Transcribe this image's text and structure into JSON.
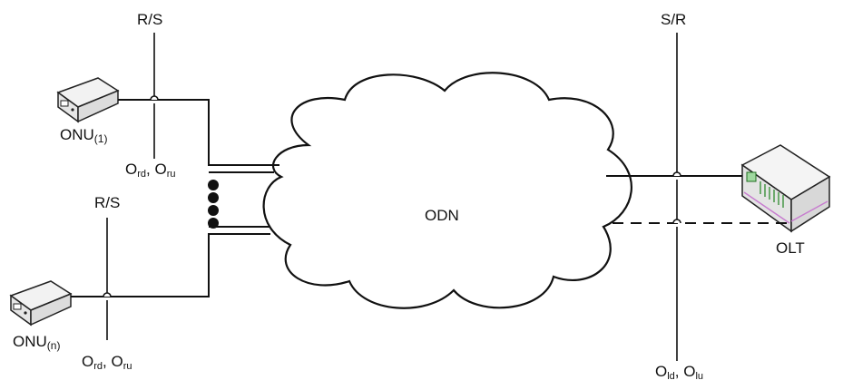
{
  "labels": {
    "rs_top": "R/S",
    "rs_bottom": "R/S",
    "sr": "S/R",
    "odn": "ODN",
    "olt": "OLT",
    "onu1": {
      "base": "ONU",
      "sub": "(1)"
    },
    "onun": {
      "base": "ONU",
      "sub": "(n)"
    },
    "ord_oru_top": {
      "o1": "O",
      "s1": "rd",
      "sep": ", ",
      "o2": "O",
      "s2": "ru"
    },
    "ord_oru_bottom": {
      "o1": "O",
      "s1": "rd",
      "sep": ", ",
      "o2": "O",
      "s2": "ru"
    },
    "old_olu": {
      "o1": "O",
      "s1": "ld",
      "sep": ", ",
      "o2": "O",
      "s2": "lu"
    }
  },
  "colors": {
    "line": "#111111",
    "olt_accent": "#2e8b2e",
    "olt_trim": "#c77ccf"
  }
}
